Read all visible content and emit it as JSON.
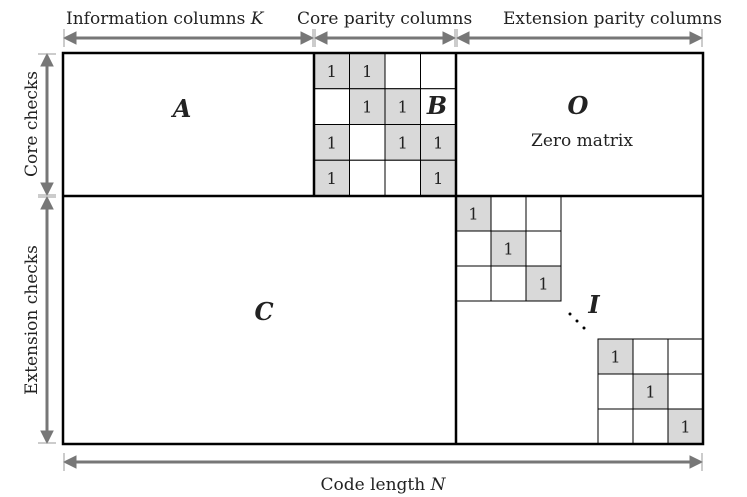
{
  "labels": {
    "top_info": "Information columns",
    "top_info_var": "K",
    "top_core": "Core parity columns",
    "top_ext": "Extension parity columns",
    "left_core": "Core checks",
    "left_ext": "Extension checks",
    "bottom": "Code length",
    "bottom_var": "N"
  },
  "blocks": {
    "A": "A",
    "B": "B",
    "O": "O",
    "O_caption": "Zero matrix",
    "C": "C",
    "I": "I"
  },
  "matrix_B": [
    [
      "1",
      "1",
      "",
      ""
    ],
    [
      "",
      "1",
      "1",
      ""
    ],
    [
      "1",
      "",
      "1",
      "1"
    ],
    [
      "1",
      "",
      "",
      "1"
    ]
  ],
  "identity_top": [
    [
      "1",
      "",
      ""
    ],
    [
      "",
      "1",
      ""
    ],
    [
      "",
      "",
      "1"
    ]
  ],
  "identity_bottom": [
    [
      "1",
      "",
      ""
    ],
    [
      "",
      "1",
      ""
    ],
    [
      "",
      "",
      "1"
    ]
  ],
  "colors": {
    "filled_cell": "#d9d9d9",
    "arrow": "#777777",
    "border": "#000000"
  }
}
